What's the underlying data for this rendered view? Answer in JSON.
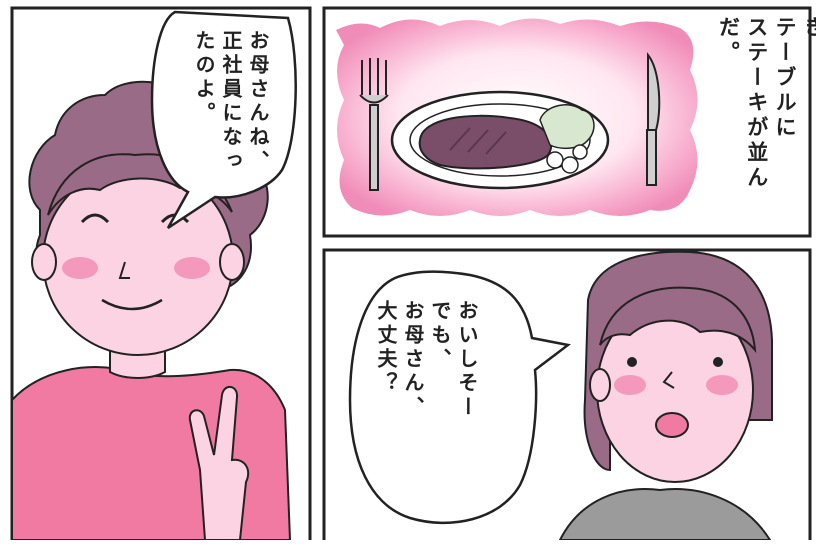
{
  "panels": {
    "left": {
      "speech_lines": [
        "お母さんね、",
        "正社員になっ",
        "たのよ。"
      ]
    },
    "top_right": {
      "narration_lines": [
        "ところがあるとき、",
        "テーブルに",
        "ステーキが並んだ。"
      ]
    },
    "bottom_right": {
      "speech_lines": [
        "おいしそー",
        "でも、",
        "お母さん、",
        "大丈夫？"
      ]
    }
  },
  "colors": {
    "border": "#222222",
    "skin": "#fbd3e3",
    "cheek": "#f38bb0",
    "mother_hair": "#9a6b86",
    "mother_shirt": "#f07aa1",
    "daughter_hair": "#9a6b86",
    "daughter_shirt": "#9b9b9b",
    "glow": "#f39cc4",
    "steak": "#7a4d68"
  }
}
